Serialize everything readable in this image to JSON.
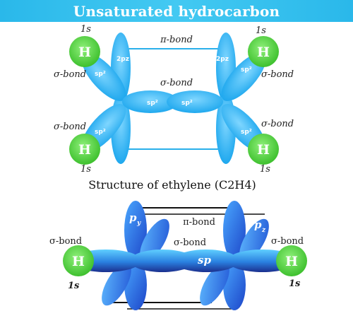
{
  "header": {
    "title": "Unsaturated hydrocarbon"
  },
  "ethylene": {
    "caption": "Structure of ethylene (C2H4)",
    "pi_bond": "π-bond",
    "sigma_bond": "σ-bond",
    "s_orbital": "1s",
    "hydrogen": "H",
    "sp2": "sp²",
    "p2z": "2pz"
  },
  "acetylene": {
    "pi_bond": "π-bond",
    "sigma_bond": "σ-bond",
    "sp": "sp",
    "p": "p",
    "y": "y",
    "z": "z",
    "s_orbital": "1s",
    "hydrogen": "H"
  },
  "colors": {
    "banner": "#2ab8ea",
    "lobe_light": "#2fb5f0",
    "lobe_dark": "#1a3fae",
    "hydrogen": "#5fd84d"
  }
}
